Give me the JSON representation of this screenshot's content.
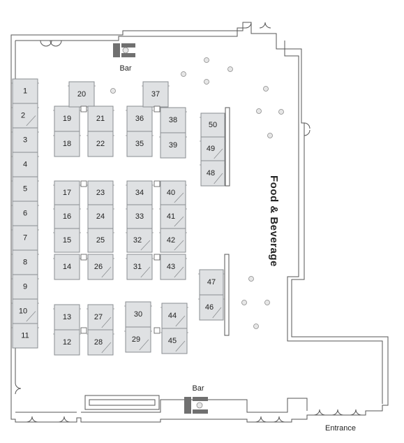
{
  "labels": {
    "bar_top": "Bar",
    "bar_bottom": "Bar",
    "food_beverage": "Food & Beverage",
    "entrance": "Entrance"
  },
  "colors": {
    "booth_fill": "#dfe1e3",
    "booth_stroke": "#8a8d90",
    "wall": "#555555",
    "bar_icon": "#707070"
  },
  "booths": [
    "1",
    "2",
    "3",
    "4",
    "5",
    "6",
    "7",
    "8",
    "9",
    "10",
    "11",
    "12",
    "13",
    "14",
    "15",
    "16",
    "17",
    "18",
    "19",
    "20",
    "21",
    "22",
    "23",
    "24",
    "25",
    "26",
    "27",
    "28",
    "29",
    "30",
    "31",
    "32",
    "33",
    "34",
    "35",
    "36",
    "37",
    "38",
    "39",
    "40",
    "41",
    "42",
    "43",
    "44",
    "45",
    "46",
    "47",
    "48",
    "49",
    "50"
  ]
}
